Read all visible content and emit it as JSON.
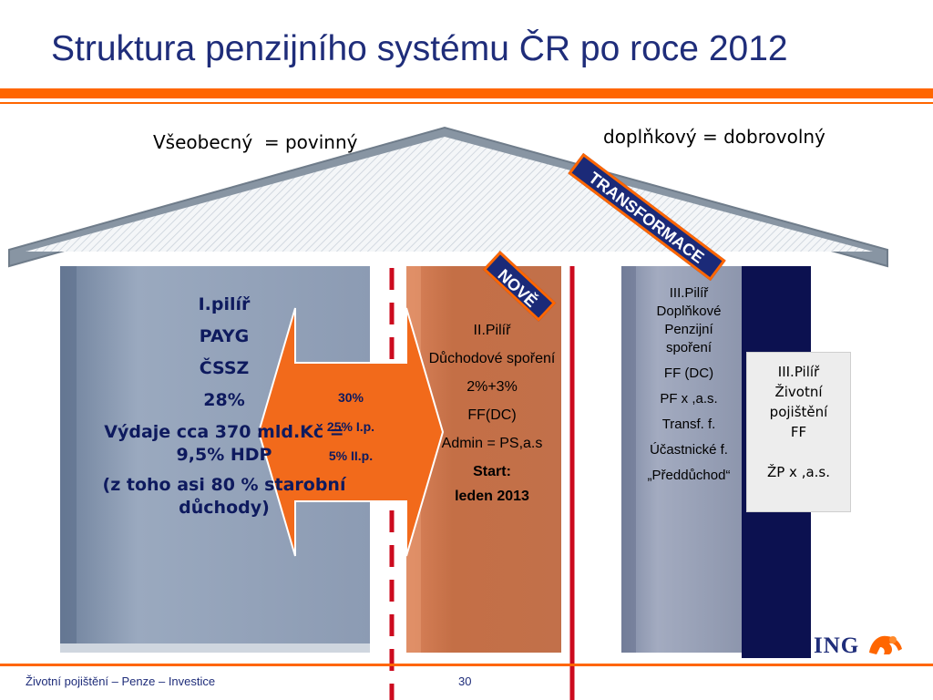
{
  "title": "Struktura penzijního systému ČR po roce 2012",
  "labels": {
    "left": "Všeobecný  = povinný",
    "right": "doplňkový = dobrovolný"
  },
  "badges": {
    "nove": "NOVĚ",
    "transformace": "TRANSFORMACE"
  },
  "pillar1": {
    "name": "I.pilíř",
    "type": "PAYG",
    "org": "ČSSZ",
    "rate": "28%",
    "spend": "Výdaje cca 370 mld.Kč = 9,5% HDP",
    "note": "(z toho asi 80 % starobní důchody)"
  },
  "arrow": {
    "total": "30%",
    "first": "25% I.p.",
    "second": "5% II.p."
  },
  "pillar2": {
    "name": "II.Pilíř",
    "desc": "Důchodové spoření",
    "rate": "2%+3%",
    "fund": "FF(DC)",
    "admin": "Admin = PS,a.s",
    "start_label": "Start:",
    "start_date": "leden 2013"
  },
  "pillar3a": {
    "name": "III.Pilíř",
    "desc": "Doplňkové Penzijní spoření",
    "fund": "FF (DC)",
    "pf": "PF x ,a.s.",
    "transf": "Transf. f.",
    "ucast": "Účastnické f.",
    "predd": "„Předdůchod“"
  },
  "pillar3b": {
    "name": "III.Pilíř",
    "desc": "Životní pojištění",
    "fund": "FF",
    "zp": "ŽP x ,a.s."
  },
  "footer": {
    "left": "Životní pojištění – Penze – Investice",
    "page": "30",
    "logo": "ING"
  },
  "colors": {
    "accent": "#ff6600",
    "navy": "#1f2d7a",
    "pillar1": "#8b9bb4",
    "pillar2": "#c8734c",
    "pillar3": "#8d96ad",
    "dark_pillar": "#0c1150",
    "red_line": "#cc0a1e"
  }
}
